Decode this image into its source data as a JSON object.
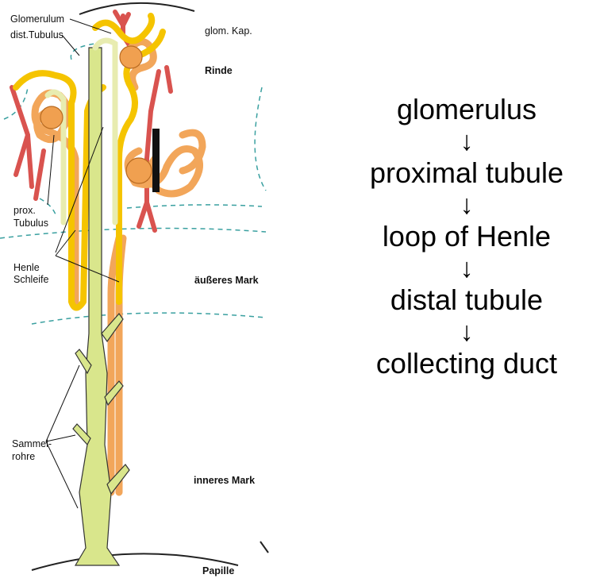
{
  "diagram": {
    "labels": {
      "glomerulum": "Glomerulum",
      "dist_tubulus": "dist.Tubulus",
      "glom_kap": "glom. Kap.",
      "rinde": "Rinde",
      "prox_tubulus_1": "prox.",
      "prox_tubulus_2": "Tubulus",
      "henle_1": "Henle",
      "henle_2": "Schleife",
      "aeusseres_mark": "äußeres Mark",
      "sammel_1": "Sammel-",
      "sammel_2": "rohre",
      "inneres_mark": "inneres Mark",
      "papille": "Papille"
    },
    "colors": {
      "artery": "#d9534f",
      "proximal": "#f2a65a",
      "loop": "#f5c400",
      "duct": "#d9e68c",
      "glomerulus": "#f0a050",
      "zone_line": "#3aa0a0"
    }
  },
  "flow": {
    "steps": [
      "glomerulus",
      "proximal tubule",
      "loop of Henle",
      "distal tubule",
      "collecting duct"
    ],
    "arrow": "↓"
  }
}
